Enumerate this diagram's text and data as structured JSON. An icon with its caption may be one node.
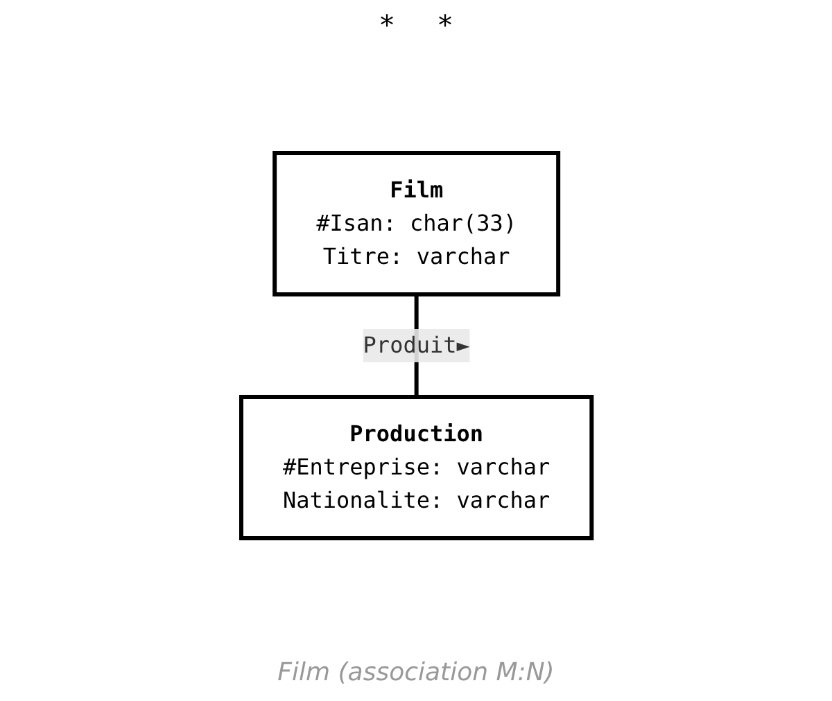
{
  "diagram": {
    "caption": "Film (association M:N)",
    "nodes": [
      {
        "text": [
          "Film",
          "#Isan: char(33)",
          "Titre: varchar"
        ]
      },
      {
        "text": [
          "Production",
          "#Entreprise: varchar",
          "Nationalite: varchar"
        ]
      }
    ],
    "edges": [
      {
        "from": 0,
        "to": 1,
        "arrow": "none",
        "label": "Produit►"
      }
    ],
    "labels": [
      "*",
      "*"
    ]
  }
}
